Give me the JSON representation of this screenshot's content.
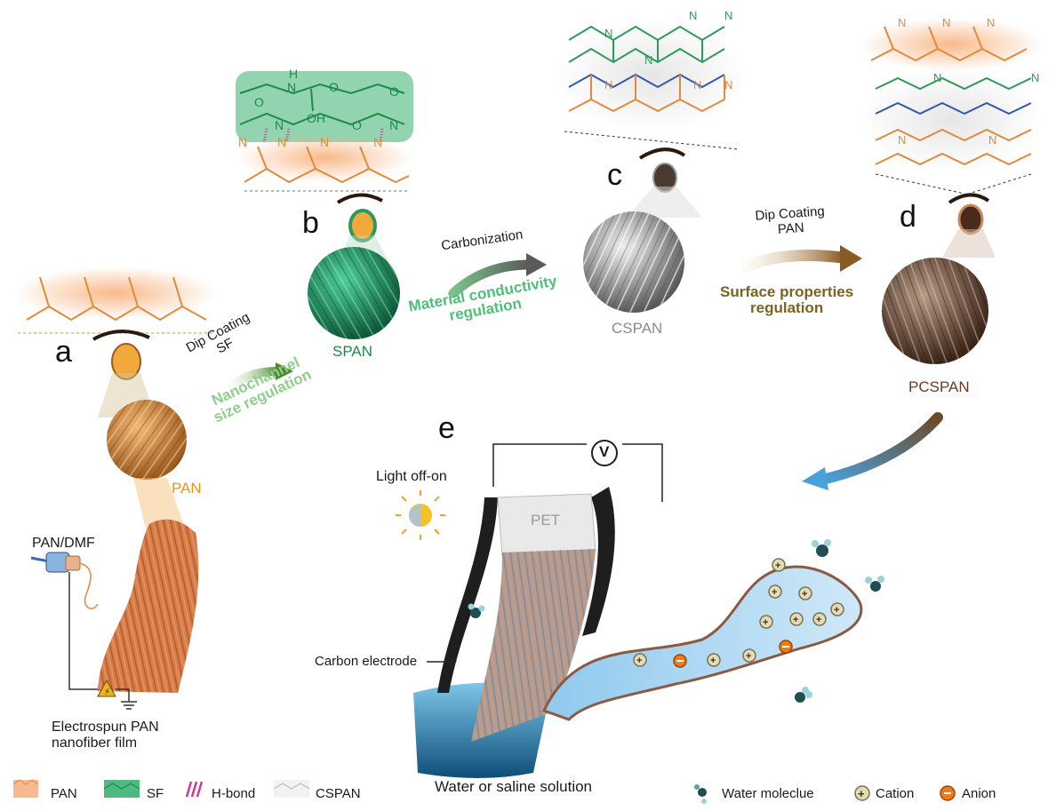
{
  "panels": {
    "a": "a",
    "b": "b",
    "c": "c",
    "d": "d",
    "e": "e"
  },
  "materials": {
    "pan": "PAN",
    "span": "SPAN",
    "cspan": "CSPAN",
    "pcspan": "PCSPAN"
  },
  "steps": {
    "dip_sf": [
      "Dip Coating",
      "SF"
    ],
    "nanochannel": [
      "Nanochannel",
      "size regulation"
    ],
    "carbonization": "Carbonization",
    "conductivity": [
      "Material conductivity",
      "regulation"
    ],
    "dip_pan": [
      "Dip Coating",
      "PAN"
    ],
    "surface": [
      "Surface properties",
      "regulation"
    ]
  },
  "labels": {
    "pan_dmf": "PAN/DMF",
    "electrospun": [
      "Electrospun PAN",
      "nanofiber film"
    ],
    "light": "Light off-on",
    "pet": "PET",
    "carbon_electrode": "Carbon electrode",
    "water": "Water or saline solution",
    "voltmeter": "V"
  },
  "chem": {
    "n": "N",
    "o": "O",
    "h": "H",
    "nh": "NH",
    "oh": "OH"
  },
  "legend": {
    "pan": "PAN",
    "sf": "SF",
    "hbond": "H-bond",
    "cspan": "CSPAN",
    "water": "Water moleclue",
    "cation": "Cation",
    "anion": "Anion"
  },
  "colors": {
    "pan_orange": "#e08a3c",
    "sf_green": "#2e9a5a",
    "pcspan_brown": "#7a5540",
    "cspan_gray": "#9a9a9a",
    "water_blue": "#5aaed8"
  }
}
